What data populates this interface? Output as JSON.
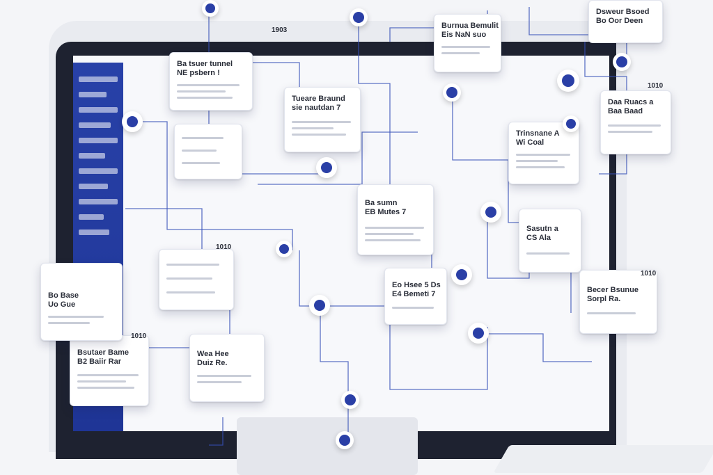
{
  "image": {
    "subject": "illustration",
    "colors": {
      "accent": "#2a3fa6",
      "sidebar": "#2841a8",
      "bezel": "#1e2230",
      "card": "#ffffff",
      "line": "#3650b8"
    }
  },
  "cards": [
    {
      "title": "Ba tsuer tunnel\nNE psbern !"
    },
    {
      "title": "Tueare Braund\nsie nautdan 7"
    },
    {
      "title": "Burnua Bemulit\nEis NaN suo"
    },
    {
      "title": "Trinsnane A\nWi Coal"
    },
    {
      "title": "Daa Ruacs a\nBaa Baad"
    },
    {
      "title": "Dsweur Bsoed\nBo Oor Deen"
    },
    {
      "title": "Ba sumn\nEB Mutes 7"
    },
    {
      "title": "Eo Hsee 5 Ds\nE4 Bemeti 7"
    },
    {
      "title": "Bsutaer Bame\nB2 Baiir Rar"
    },
    {
      "title": "Sasutn a\nCS Ala"
    },
    {
      "title": "Bo Base\nUo Gue"
    },
    {
      "title": "Becer Bsunue\nSorpl Ra."
    },
    {
      "title": "Wea Hee\nDuiz Re."
    }
  ],
  "badges": [
    "1903",
    "1010",
    "1010",
    "1010",
    "1010"
  ]
}
